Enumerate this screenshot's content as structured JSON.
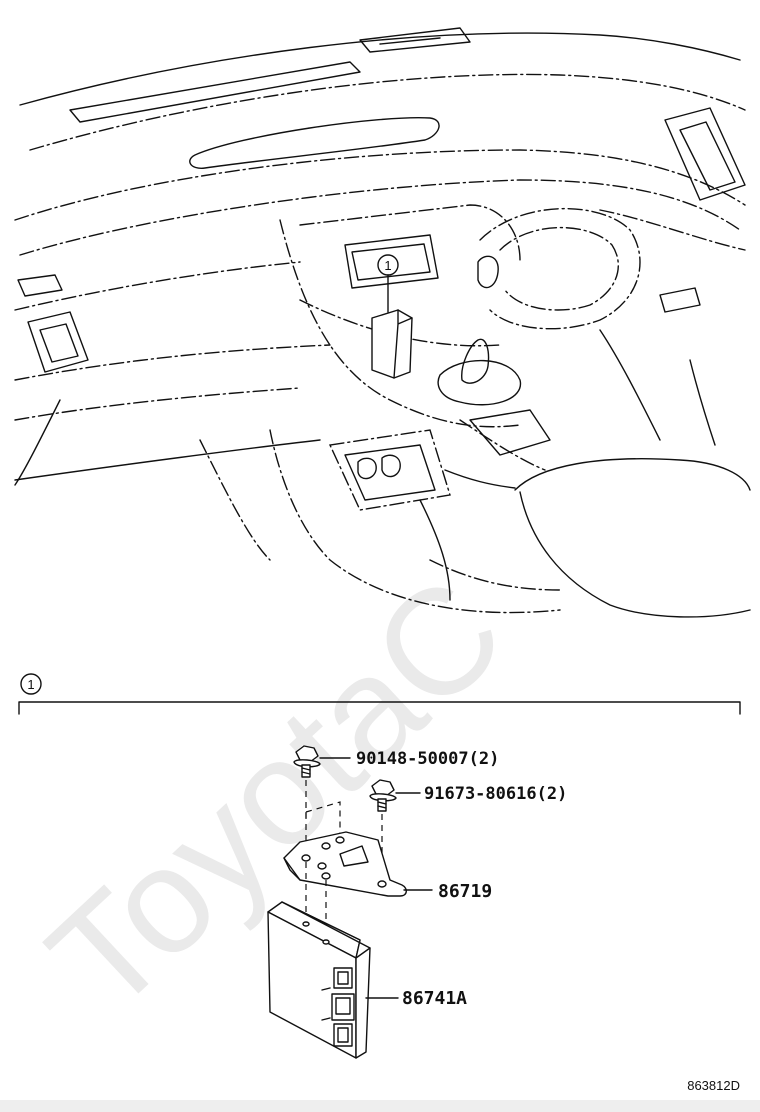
{
  "watermark": "ToyotaC",
  "diagram_id": "863812D",
  "callout_number": "1",
  "section_marker": "1",
  "parts": [
    {
      "part_number": "90148-50007",
      "qty": "(2)"
    },
    {
      "part_number": "91673-80616",
      "qty": "(2)"
    },
    {
      "part_number": "86719",
      "qty": ""
    },
    {
      "part_number": "86741A",
      "qty": ""
    }
  ]
}
